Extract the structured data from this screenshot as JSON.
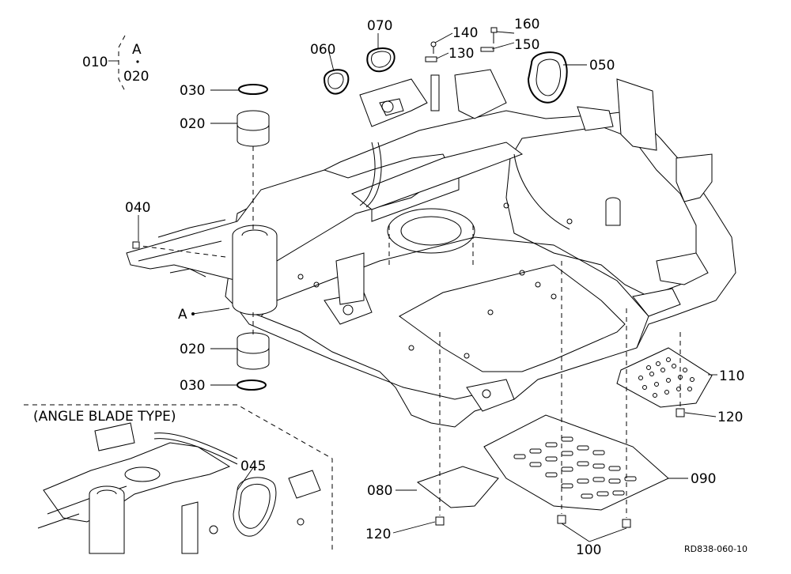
{
  "diagram": {
    "callouts": {
      "p010": "010",
      "p020_top": "020",
      "p020_mid": "020",
      "p020_low": "020",
      "p030_top": "030",
      "p030_low": "030",
      "p040": "040",
      "p045": "045",
      "p050": "050",
      "p060": "060",
      "p070": "070",
      "p080": "080",
      "p090": "090",
      "p100": "100",
      "p110": "110",
      "p120_right": "120",
      "p120_low": "120",
      "p130": "130",
      "p140": "140",
      "p150": "150",
      "p160": "160"
    },
    "assembly_marker": "A",
    "assembly_marker_ref": "A",
    "inset_title": "(ANGLE BLADE TYPE)",
    "reference_code": "RD838-060-10"
  }
}
